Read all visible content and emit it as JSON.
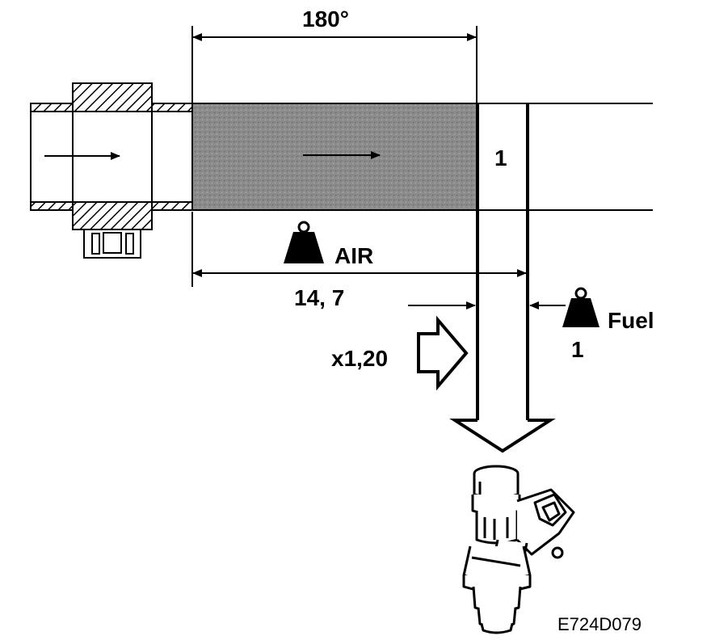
{
  "labels": {
    "angle": "180°",
    "section_ratio": "1",
    "air": "AIR",
    "air_ratio": "14, 7",
    "fuel": "Fuel",
    "fuel_ratio": "1",
    "multiplier": "x1,20",
    "figure_code": "E724D079"
  },
  "icons": [
    "weight-icon",
    "fuel-injector-icon",
    "air-flow-sensor-icon",
    "arrow-icon"
  ]
}
